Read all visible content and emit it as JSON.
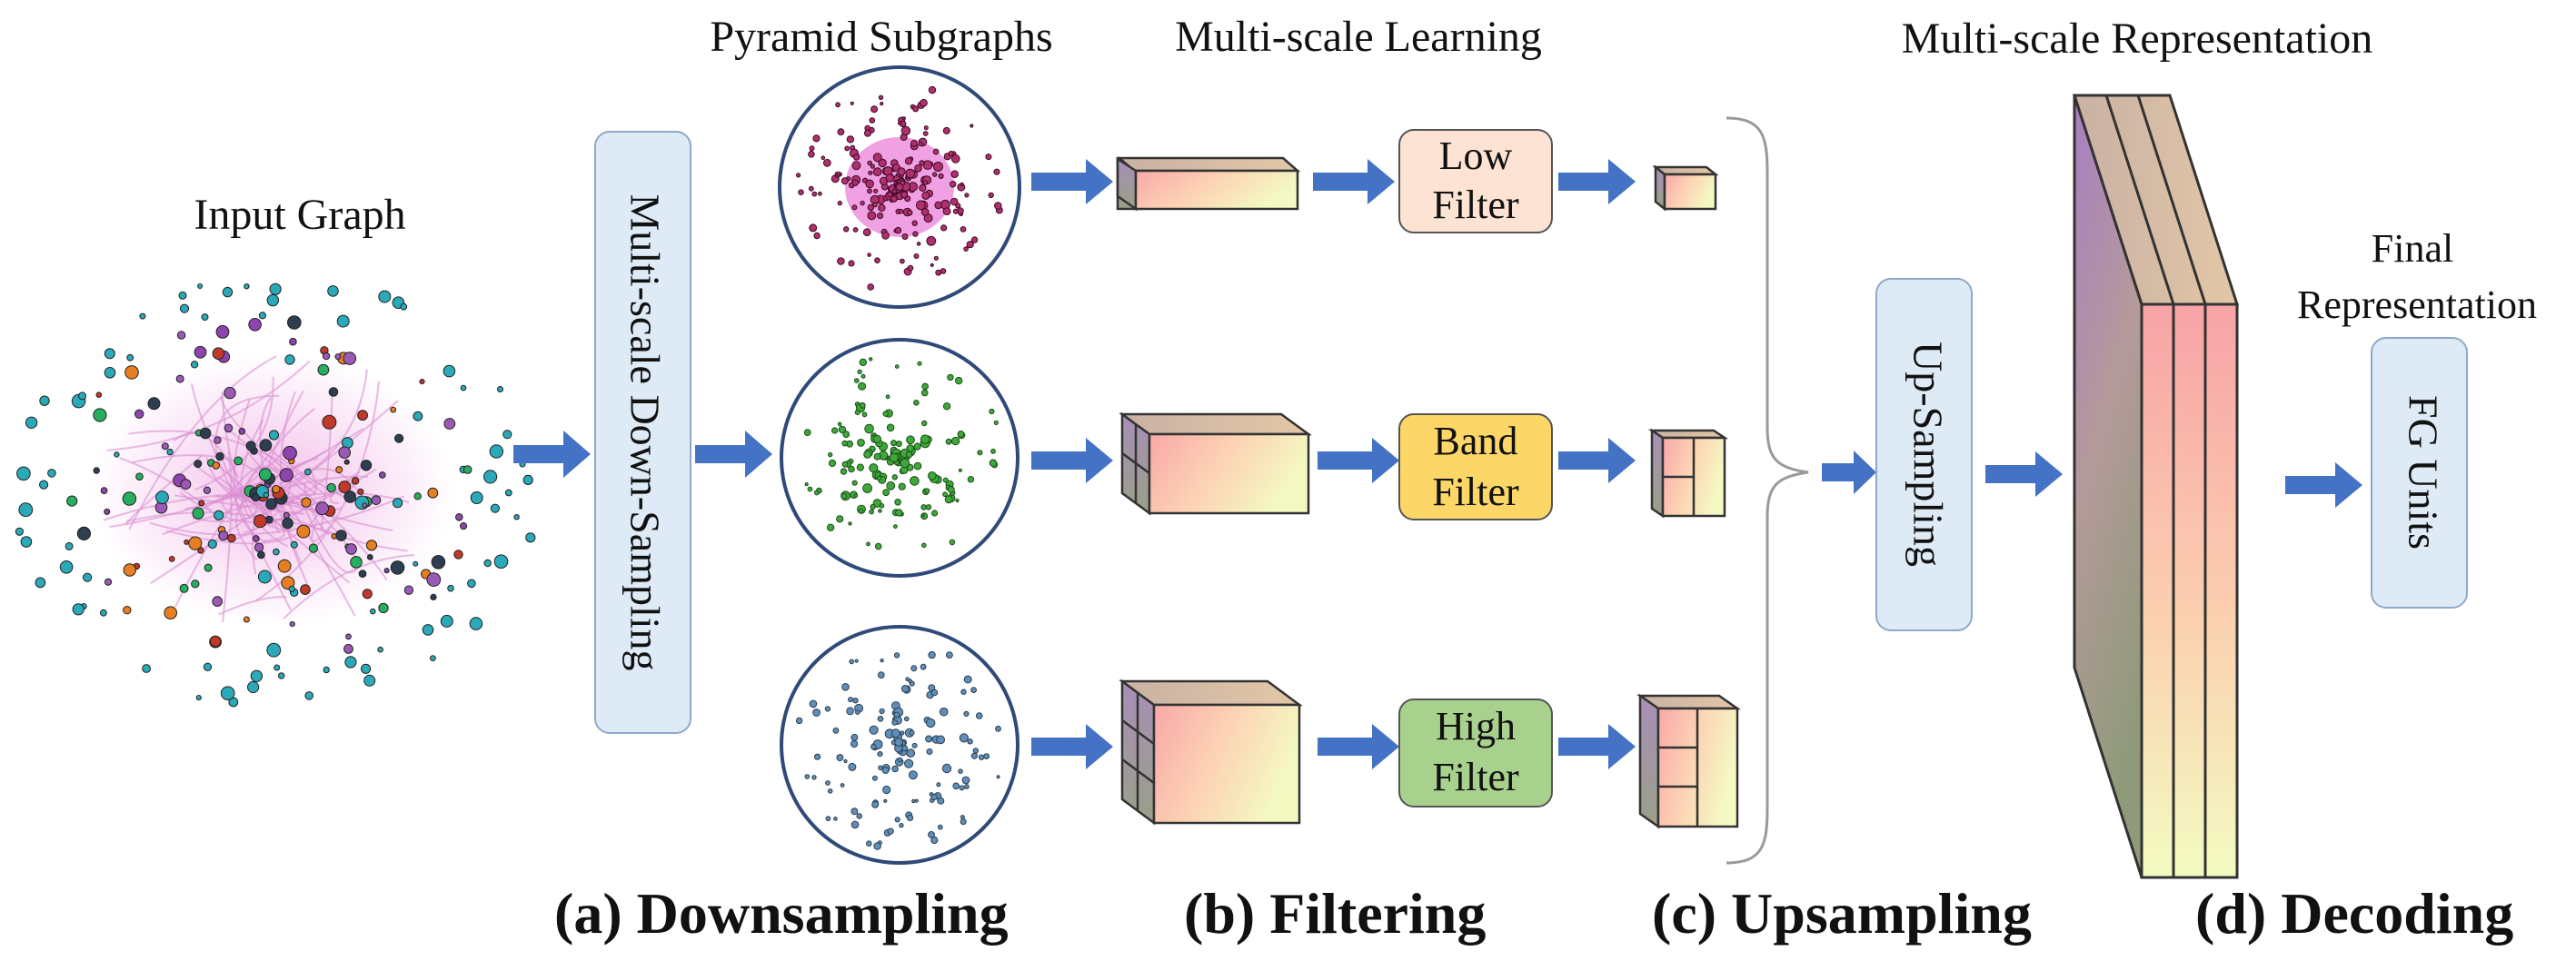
{
  "labels": {
    "input_graph": "Input Graph",
    "pyramid_subgraphs": "Pyramid Subgraphs",
    "multiscale_learning": "Multi-scale Learning",
    "multiscale_representation": "Multi-scale Representation",
    "final_representation_line1": "Final",
    "final_representation_line2": "Representation"
  },
  "boxes": {
    "downsampling": "Multi-scale Down-Sampling",
    "upsampling": "Up-Sampling",
    "fg_units": "FG Units"
  },
  "filters": [
    {
      "line1": "Low",
      "line2": "Filter",
      "color": "#fce3d3"
    },
    {
      "line1": "Band",
      "line2": "Filter",
      "color": "#fcd667"
    },
    {
      "line1": "High",
      "line2": "Filter",
      "color": "#a9d18e"
    }
  ],
  "captions": {
    "a": "(a) Downsampling",
    "b": "(b) Filtering",
    "c": "(c) Upsampling",
    "d": "(d) Decoding"
  },
  "colors": {
    "box_fill": "#deebf7",
    "box_stroke": "#8ea9c8",
    "arrow": "#4472c4",
    "circle_stroke": "#2f4a78"
  }
}
